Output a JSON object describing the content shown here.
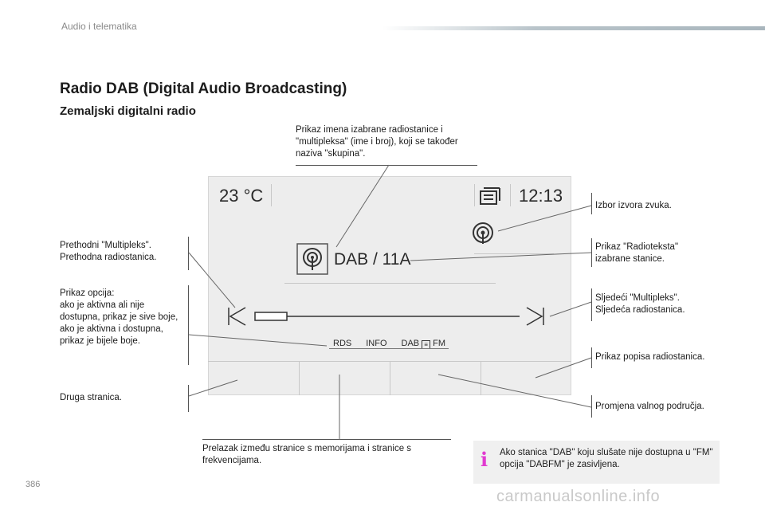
{
  "header": {
    "section": "Audio i telematika"
  },
  "page": {
    "title": "Radio DAB (Digital Audio Broadcasting)",
    "subtitle": "Zemaljski digitalni radio",
    "number": "386"
  },
  "callouts": {
    "station_name": "Prikaz imena izabrane radiostanice i \"multipleksa\" (ime i broj), koji se također naziva \"skupina\".",
    "previous": "Prethodni \"Multipleks\".\nPrethodna radiostanica.",
    "options": "Prikaz opcija:\nako je aktivna ali nije dostupna, prikaz je sive boje,\nako je aktivna i dostupna, prikaz je bijele boje.",
    "second_page": "Druga stranica.",
    "presets_switch": "Prelazak između stranice s memorijama i stranice s frekvencijama.",
    "source": "Izbor izvora zvuka.",
    "radiotext": "Prikaz \"Radioteksta\" izabrane stanice.",
    "next": "Sljedeći \"Multipleks\".\nSljedeća radiostanica.",
    "station_list": "Prikaz popisa radiostanica.",
    "waveband": "Promjena valnog područja."
  },
  "screen": {
    "temperature": "23 °C",
    "time": "12:13",
    "station": "DAB / 11A",
    "modes": [
      "RDS",
      "INFO",
      "DAB",
      "FM"
    ]
  },
  "info": {
    "text": "Ako stanica \"DAB\" koju slušate nije dostupna u \"FM\" opcija \"DABFM\" je zasivljena."
  },
  "watermark": "carmanualsonline.info",
  "colors": {
    "info_icon": "#e13ad0",
    "screen_bg": "#ededed"
  }
}
